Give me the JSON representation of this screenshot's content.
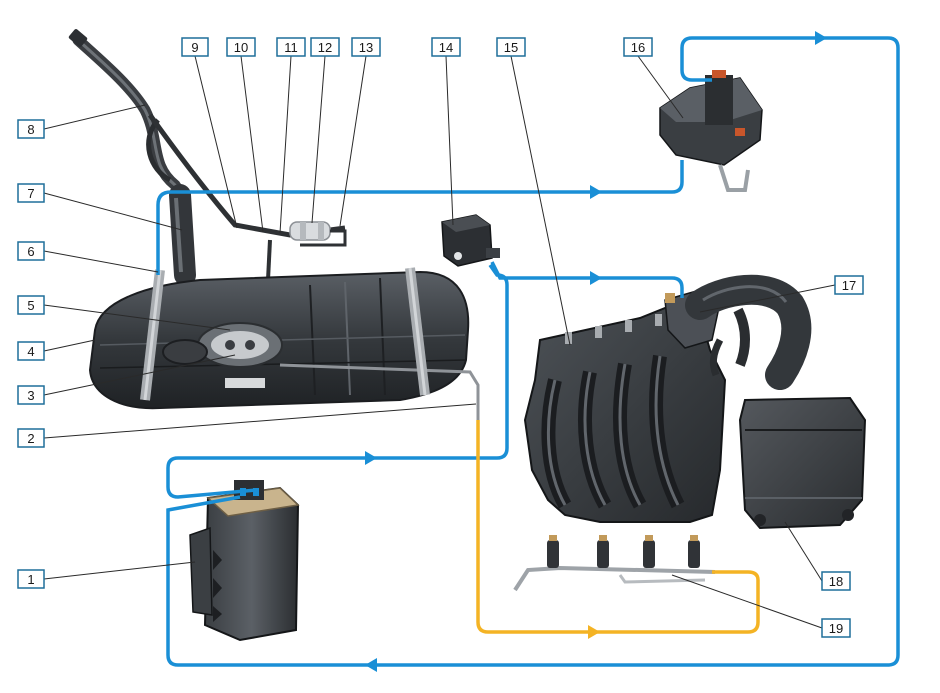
{
  "colors": {
    "background": "#ffffff",
    "vapor_line": "#1a8fd6",
    "fuel_line": "#f4b324",
    "callout_border": "#1f6f9a",
    "callout_fill": "#ffffff",
    "leader": "#2a2a2a",
    "part_dark": "#2f3236",
    "part_mid": "#4a4e53",
    "part_light": "#777c82",
    "strap_metal": "#a9adb1",
    "connector_orange": "#c9562b"
  },
  "callouts": [
    {
      "id": "c1",
      "label": "1"
    },
    {
      "id": "c2",
      "label": "2"
    },
    {
      "id": "c3",
      "label": "3"
    },
    {
      "id": "c4",
      "label": "4"
    },
    {
      "id": "c5",
      "label": "5"
    },
    {
      "id": "c6",
      "label": "6"
    },
    {
      "id": "c7",
      "label": "7"
    },
    {
      "id": "c8",
      "label": "8"
    },
    {
      "id": "c9",
      "label": "9"
    },
    {
      "id": "c10",
      "label": "10"
    },
    {
      "id": "c11",
      "label": "11"
    },
    {
      "id": "c12",
      "label": "12"
    },
    {
      "id": "c13",
      "label": "13"
    },
    {
      "id": "c14",
      "label": "14"
    },
    {
      "id": "c15",
      "label": "15"
    },
    {
      "id": "c16",
      "label": "16"
    },
    {
      "id": "c17",
      "label": "17"
    },
    {
      "id": "c18",
      "label": "18"
    },
    {
      "id": "c19",
      "label": "19"
    }
  ],
  "components": {
    "canister": "charcoal-canister",
    "tank": "fuel-tank",
    "filler_neck": "filler-neck",
    "fuel_filter": "fuel-filter",
    "purge_valve": "purge-solenoid-valve",
    "intake_manifold": "intake-manifold",
    "separator": "vapor-separator",
    "air_filter": "air-filter-housing",
    "fuel_rail": "fuel-rail-with-injectors"
  }
}
